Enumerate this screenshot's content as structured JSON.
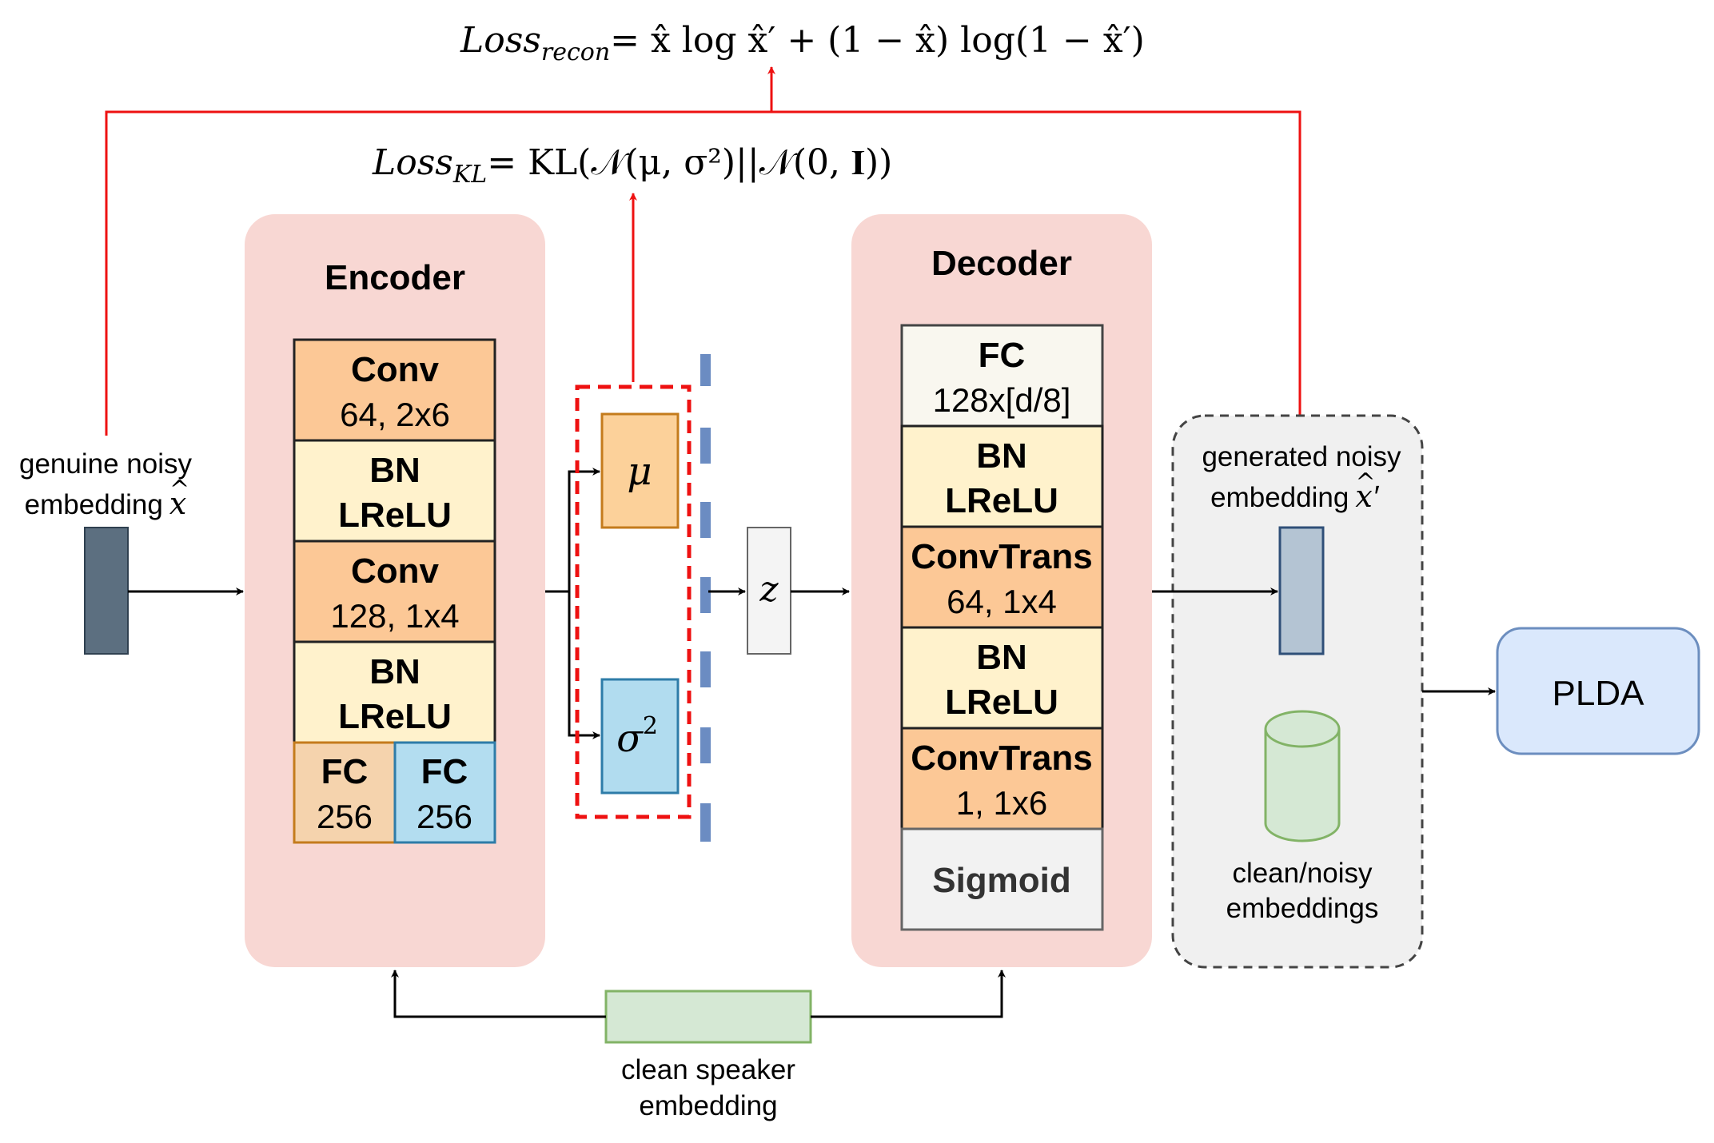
{
  "equations": {
    "recon": {
      "name": "Loss",
      "sub": "recon",
      "rhs": "= x̂ log x̂′ + (1 − x̂) log(1 − x̂′)"
    },
    "kl": {
      "name": "Loss",
      "sub": "KL",
      "rhs": "= KL(𝒩(μ, σ²)||𝒩(0, 𝐈))"
    }
  },
  "input": {
    "label_line1": "genuine noisy",
    "label_line2": "embedding",
    "symbol": "x",
    "hat": "^"
  },
  "encoder": {
    "title": "Encoder",
    "blocks": [
      {
        "line1": "Conv",
        "line2": "64, 2x6"
      },
      {
        "line1": "BN",
        "line2": "LReLU"
      },
      {
        "line1": "Conv",
        "line2": "128, 1x4"
      },
      {
        "line1": "BN",
        "line2": "LReLU"
      }
    ],
    "fc_left": {
      "line1": "FC",
      "line2": "256"
    },
    "fc_right": {
      "line1": "FC",
      "line2": "256"
    }
  },
  "latent": {
    "mu": "μ",
    "sigma": "σ",
    "sigma_exp": "2",
    "z": "z"
  },
  "decoder": {
    "title": "Decoder",
    "blocks": [
      {
        "line1": "FC",
        "line2": "128x[d/8]"
      },
      {
        "line1": "BN",
        "line2": "LReLU"
      },
      {
        "line1": "ConvTrans",
        "line2": "64, 1x4"
      },
      {
        "line1": "BN",
        "line2": "LReLU"
      },
      {
        "line1": "ConvTrans",
        "line2": "1, 1x6"
      }
    ],
    "sigmoid": "Sigmoid"
  },
  "output": {
    "label_line1": "generated noisy",
    "label_line2": "embedding",
    "symbol": "x",
    "hat": "^",
    "prime": "′",
    "db_line1": "clean/noisy",
    "db_line2": "embeddings"
  },
  "plda": "PLDA",
  "speaker": {
    "line1": "clean speaker",
    "line2": "embedding"
  },
  "colors": {
    "encoder_bg": "#f8d7d3",
    "conv": "#fcc896",
    "bn": "#fff2cc",
    "fc_left": "#f5d3ad",
    "fc_right": "#b3ddf0",
    "fc_top": "#f9f7ef",
    "sigmoid": "#f2f2f2",
    "mu_fill": "#fcd19a",
    "mu_stroke": "#c47b1c",
    "sigma_fill": "#b1dcef",
    "sigma_stroke": "#2e7ca8",
    "red": "#ee1111",
    "input_bar": "#5c6f80",
    "output_bar": "#b4c4d3",
    "output_bar_stroke": "#2f4f78",
    "z_fill": "#f4f4f4",
    "plda_fill": "#dae8fc",
    "plda_stroke": "#6c8ebf",
    "db_fill": "#d5e8d4",
    "db_stroke": "#82b366",
    "speaker_fill": "#d5e8d4",
    "speaker_stroke": "#82b366",
    "dashed_dots": "#6b8cc2",
    "group_bg": "#f0f0f0"
  }
}
